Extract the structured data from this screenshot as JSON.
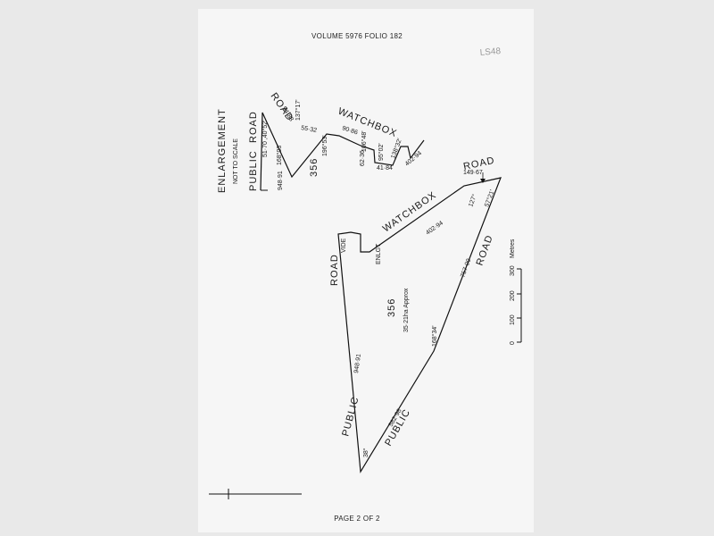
{
  "header": {
    "title": "VOLUME 5976   FOLIO 182"
  },
  "stamp": {
    "text": "LS48"
  },
  "footer": {
    "page": "PAGE 2 OF 2"
  },
  "enlargement": {
    "title": "ENLARGEMENT",
    "subtitle": "NOT TO SCALE",
    "lot": "356",
    "roads": {
      "public": "PUBLIC",
      "road": "ROAD",
      "road2": "ROAD",
      "watchbox": "WATCHBOX"
    },
    "dims": {
      "d1": "51·70 ,40°52'",
      "d2": "94·88",
      "d3": "137°17'",
      "d4": "55·32",
      "d5": "90·86",
      "d6": "106°48'",
      "d7": "196°53'",
      "d8": "62·36",
      "d9": "95°02'",
      "d10": "138°32'",
      "d11": "41·84",
      "d12": "402·94",
      "d13": "168°03'",
      "d14": "948·91"
    }
  },
  "main": {
    "lot": "356",
    "area": "35·21ha Approx",
    "roads": {
      "road_left": "ROAD",
      "public_left": "PUBLIC",
      "public_bottom": "PUBLIC",
      "road_right": "ROAD",
      "road_top": "ROAD",
      "watchbox": "WATCHBOX"
    },
    "labels": {
      "vide": "VIDE",
      "enlgt": "ENLGT"
    },
    "dims": {
      "top": "149·67",
      "angle_top": "57°21'",
      "angle_top2": "127°",
      "watchbox": "402·94",
      "right": "757·00",
      "left": "948·91",
      "bottom": "582·98",
      "bearing": "168°34'",
      "angle_bottom": "38°"
    }
  },
  "scale": {
    "unit": "Metres",
    "ticks": [
      "0",
      "100",
      "200",
      "300"
    ]
  }
}
